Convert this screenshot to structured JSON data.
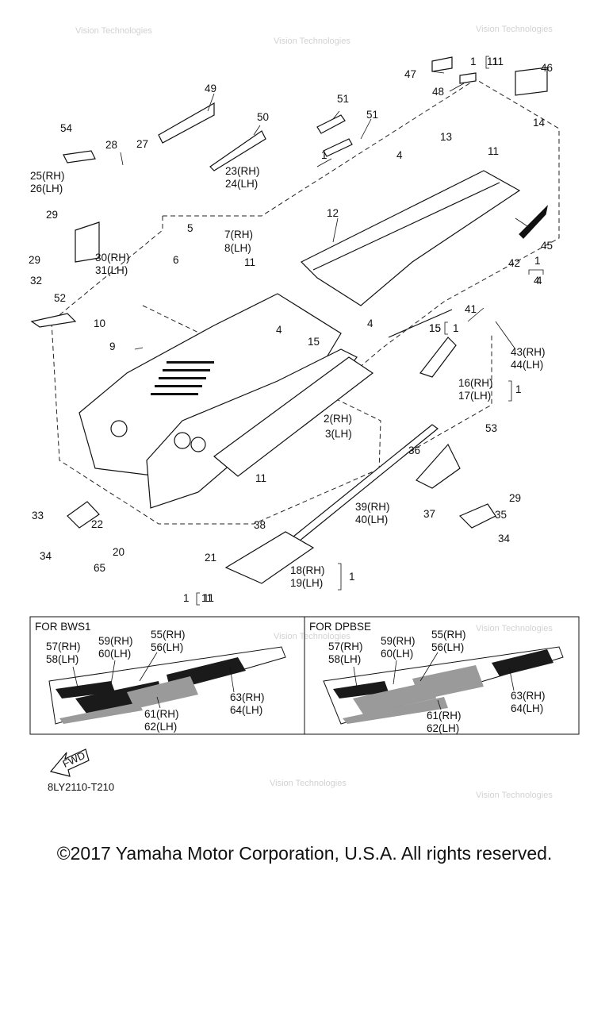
{
  "callouts": [
    {
      "id": "c1",
      "text": "1"
    },
    {
      "id": "c2",
      "text": "2(RH)"
    },
    {
      "id": "c3",
      "text": "3(LH)"
    },
    {
      "id": "c4a",
      "text": "4"
    },
    {
      "id": "c4b",
      "text": "4"
    },
    {
      "id": "c4c",
      "text": "4"
    },
    {
      "id": "c4d",
      "text": "4"
    },
    {
      "id": "c5",
      "text": "5"
    },
    {
      "id": "c6",
      "text": "6"
    },
    {
      "id": "c7",
      "text": "7(RH)"
    },
    {
      "id": "c8",
      "text": "8(LH)"
    },
    {
      "id": "c9",
      "text": "9"
    },
    {
      "id": "c10",
      "text": "10"
    },
    {
      "id": "c11a",
      "text": "11"
    },
    {
      "id": "c11b",
      "text": "11"
    },
    {
      "id": "c11c",
      "text": "11"
    },
    {
      "id": "c11d",
      "text": "11"
    },
    {
      "id": "c11e",
      "text": "11"
    },
    {
      "id": "c12",
      "text": "12"
    },
    {
      "id": "c13",
      "text": "13"
    },
    {
      "id": "c14",
      "text": "14"
    },
    {
      "id": "c15a",
      "text": "15"
    },
    {
      "id": "c15b",
      "text": "15"
    },
    {
      "id": "c16",
      "text": "16(RH)"
    },
    {
      "id": "c17",
      "text": "17(LH)"
    },
    {
      "id": "c18",
      "text": "18(RH)"
    },
    {
      "id": "c19",
      "text": "19(LH)"
    },
    {
      "id": "c20",
      "text": "20"
    },
    {
      "id": "c21",
      "text": "21"
    },
    {
      "id": "c22",
      "text": "22"
    },
    {
      "id": "c23",
      "text": "23(RH)"
    },
    {
      "id": "c24",
      "text": "24(LH)"
    },
    {
      "id": "c25",
      "text": "25(RH)"
    },
    {
      "id": "c26",
      "text": "26(LH)"
    },
    {
      "id": "c27",
      "text": "27"
    },
    {
      "id": "c28",
      "text": "28"
    },
    {
      "id": "c29a",
      "text": "29"
    },
    {
      "id": "c29b",
      "text": "29"
    },
    {
      "id": "c29c",
      "text": "29"
    },
    {
      "id": "c30",
      "text": "30(RH)"
    },
    {
      "id": "c31",
      "text": "31(LH)"
    },
    {
      "id": "c32",
      "text": "32"
    },
    {
      "id": "c33",
      "text": "33"
    },
    {
      "id": "c34a",
      "text": "34"
    },
    {
      "id": "c34b",
      "text": "34"
    },
    {
      "id": "c35",
      "text": "35"
    },
    {
      "id": "c36",
      "text": "36"
    },
    {
      "id": "c37",
      "text": "37"
    },
    {
      "id": "c38",
      "text": "38"
    },
    {
      "id": "c39",
      "text": "39(RH)"
    },
    {
      "id": "c40",
      "text": "40(LH)"
    },
    {
      "id": "c41",
      "text": "41"
    },
    {
      "id": "c42",
      "text": "42"
    },
    {
      "id": "c43",
      "text": "43(RH)"
    },
    {
      "id": "c44",
      "text": "44(LH)"
    },
    {
      "id": "c45",
      "text": "45"
    },
    {
      "id": "c46",
      "text": "46"
    },
    {
      "id": "c47",
      "text": "47"
    },
    {
      "id": "c48",
      "text": "48"
    },
    {
      "id": "c49",
      "text": "49"
    },
    {
      "id": "c50",
      "text": "50"
    },
    {
      "id": "c51a",
      "text": "51"
    },
    {
      "id": "c51b",
      "text": "51"
    },
    {
      "id": "c52",
      "text": "52"
    },
    {
      "id": "c53",
      "text": "53"
    },
    {
      "id": "c54",
      "text": "54"
    },
    {
      "id": "c65",
      "text": "65"
    },
    {
      "id": "k1a",
      "text": "1"
    },
    {
      "id": "k11a",
      "text": "11"
    },
    {
      "id": "k1b",
      "text": "1"
    },
    {
      "id": "k4b",
      "text": "4"
    },
    {
      "id": "k15c",
      "text": "15"
    },
    {
      "id": "k1c",
      "text": "1"
    },
    {
      "id": "k1d",
      "text": "1"
    },
    {
      "id": "k1e",
      "text": "1"
    },
    {
      "id": "k1f",
      "text": "1"
    },
    {
      "id": "k11f",
      "text": "11"
    }
  ],
  "variants": [
    {
      "title": "FOR BWS1",
      "labels": {
        "l57": "57(RH)",
        "l58": "58(LH)",
        "l59": "59(RH)",
        "l60": "60(LH)",
        "l55": "55(RH)",
        "l56": "56(LH)",
        "l63": "63(RH)",
        "l64": "64(LH)",
        "l61": "61(RH)",
        "l62": "62(LH)"
      }
    },
    {
      "title": "FOR DPBSE",
      "labels": {
        "l57": "57(RH)",
        "l58": "58(LH)",
        "l59": "59(RH)",
        "l60": "60(LH)",
        "l55": "55(RH)",
        "l56": "56(LH)",
        "l63": "63(RH)",
        "l64": "64(LH)",
        "l61": "61(RH)",
        "l62": "62(LH)"
      }
    }
  ],
  "fwd_label": "FWD",
  "drawing_code": "8LY2110-T210",
  "copyright": "©2017 Yamaha Motor Corporation, U.S.A. All rights reserved.",
  "colors": {
    "line": "#111111",
    "decal_dark": "#1a1a1a",
    "decal_gray": "#9a9a9a",
    "watermark": "#d2d2d2"
  }
}
